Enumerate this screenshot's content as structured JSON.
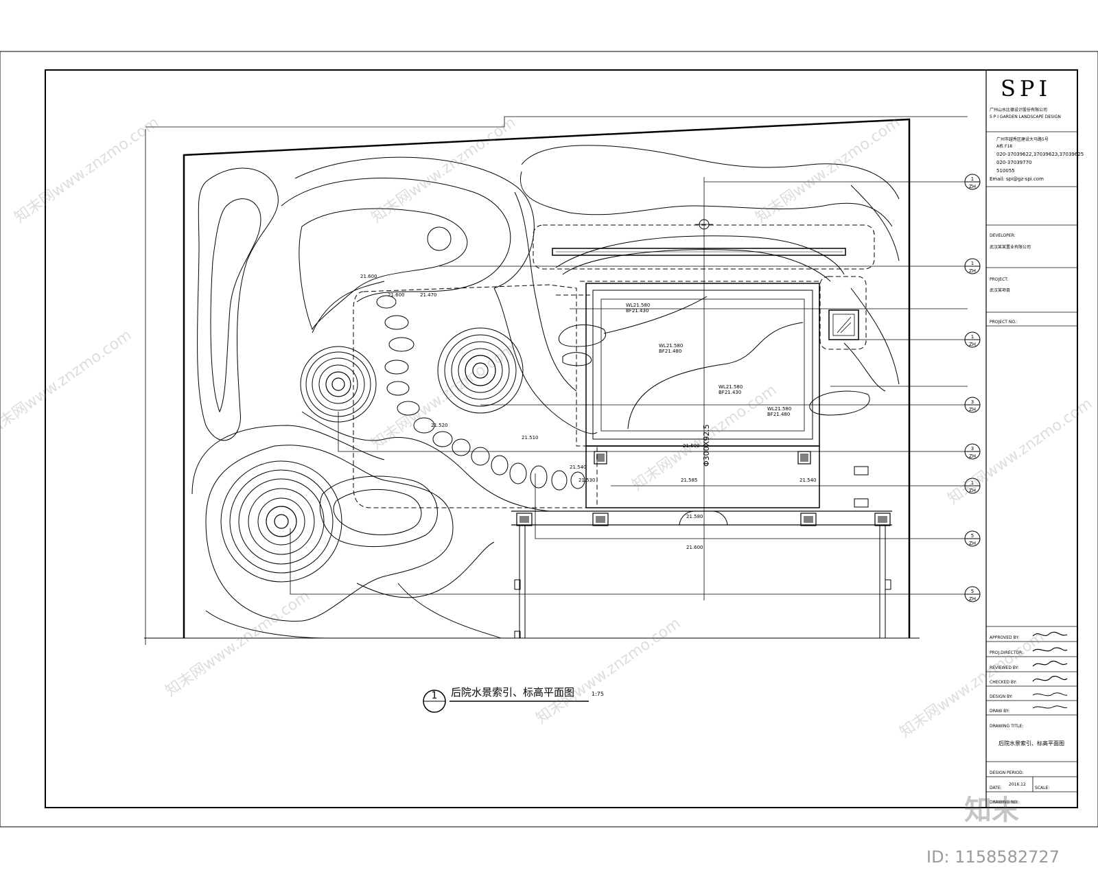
{
  "titleblock": {
    "logo": "SPI",
    "company_cn": "广州山水比德设计股份有限公司",
    "company_en": "S P I GARDEN LANDSCAPE DESIGN",
    "address_l1": "广州市越秀区建设大马路5号",
    "address_l2": "A栋 F18",
    "tel": "020-37039622,37039623,37039625",
    "fax": "020-37039770",
    "postcode": "510055",
    "email": "Email: spi@gz-spi.com",
    "developer_label": "DEVELOPER:",
    "developer_value": "武汉某某置业有限公司",
    "project_label": "PROJECT:",
    "project_value": "武汉某项目",
    "project_no_label": "PROJECT NO.:",
    "approved_label": "APPROVED BY:",
    "projdirector_label": "PROJ.DIRECTOR:",
    "reviewed_label": "REVIEWED BY:",
    "checked_label": "CHECKED BY:",
    "design_label": "DESIGN BY:",
    "draw_label": "DRAW BY:",
    "drawing_title_label": "DRAWING TITLE:",
    "drawing_title_value": "后院水景索引、标高平面图",
    "design_period_label": "DESIGN PERIOD:",
    "date_label": "DATE:",
    "date_value": "2016.12",
    "scale_label": "SCALE:",
    "drawing_no_label": "DRAWING NO.:"
  },
  "plan": {
    "drawing_number": "1",
    "drawing_title": "后院水景索引、标高平面图",
    "drawing_scale": "1:75",
    "dim_vertical": "Φ300X92.5",
    "levels": [
      "21.600",
      "21.600",
      "21.470",
      "21.520",
      "21.510",
      "21.540",
      "21.530",
      "21.600",
      "21.585",
      "21.540",
      "21.580",
      "21.600"
    ],
    "pool_levels": [
      "WL21.580",
      "BF21.430",
      "WL21.580",
      "BF21.480",
      "WL21.580",
      "BF21.430",
      "WL21.580",
      "BF21.480"
    ],
    "callouts": [
      {
        "num": "1",
        "sheet": "ZH"
      },
      {
        "num": "1",
        "sheet": "ZH"
      },
      {
        "num": "1",
        "sheet": "ZH"
      },
      {
        "num": "3",
        "sheet": "ZH"
      },
      {
        "num": "3",
        "sheet": "ZH"
      },
      {
        "num": "1",
        "sheet": "ZH"
      },
      {
        "num": "5",
        "sheet": "ZH"
      },
      {
        "num": "5",
        "sheet": "ZH"
      }
    ]
  },
  "watermark": {
    "site": "知末网www.znzmo.com",
    "brand": "知末",
    "id": "ID: 1158582727"
  }
}
